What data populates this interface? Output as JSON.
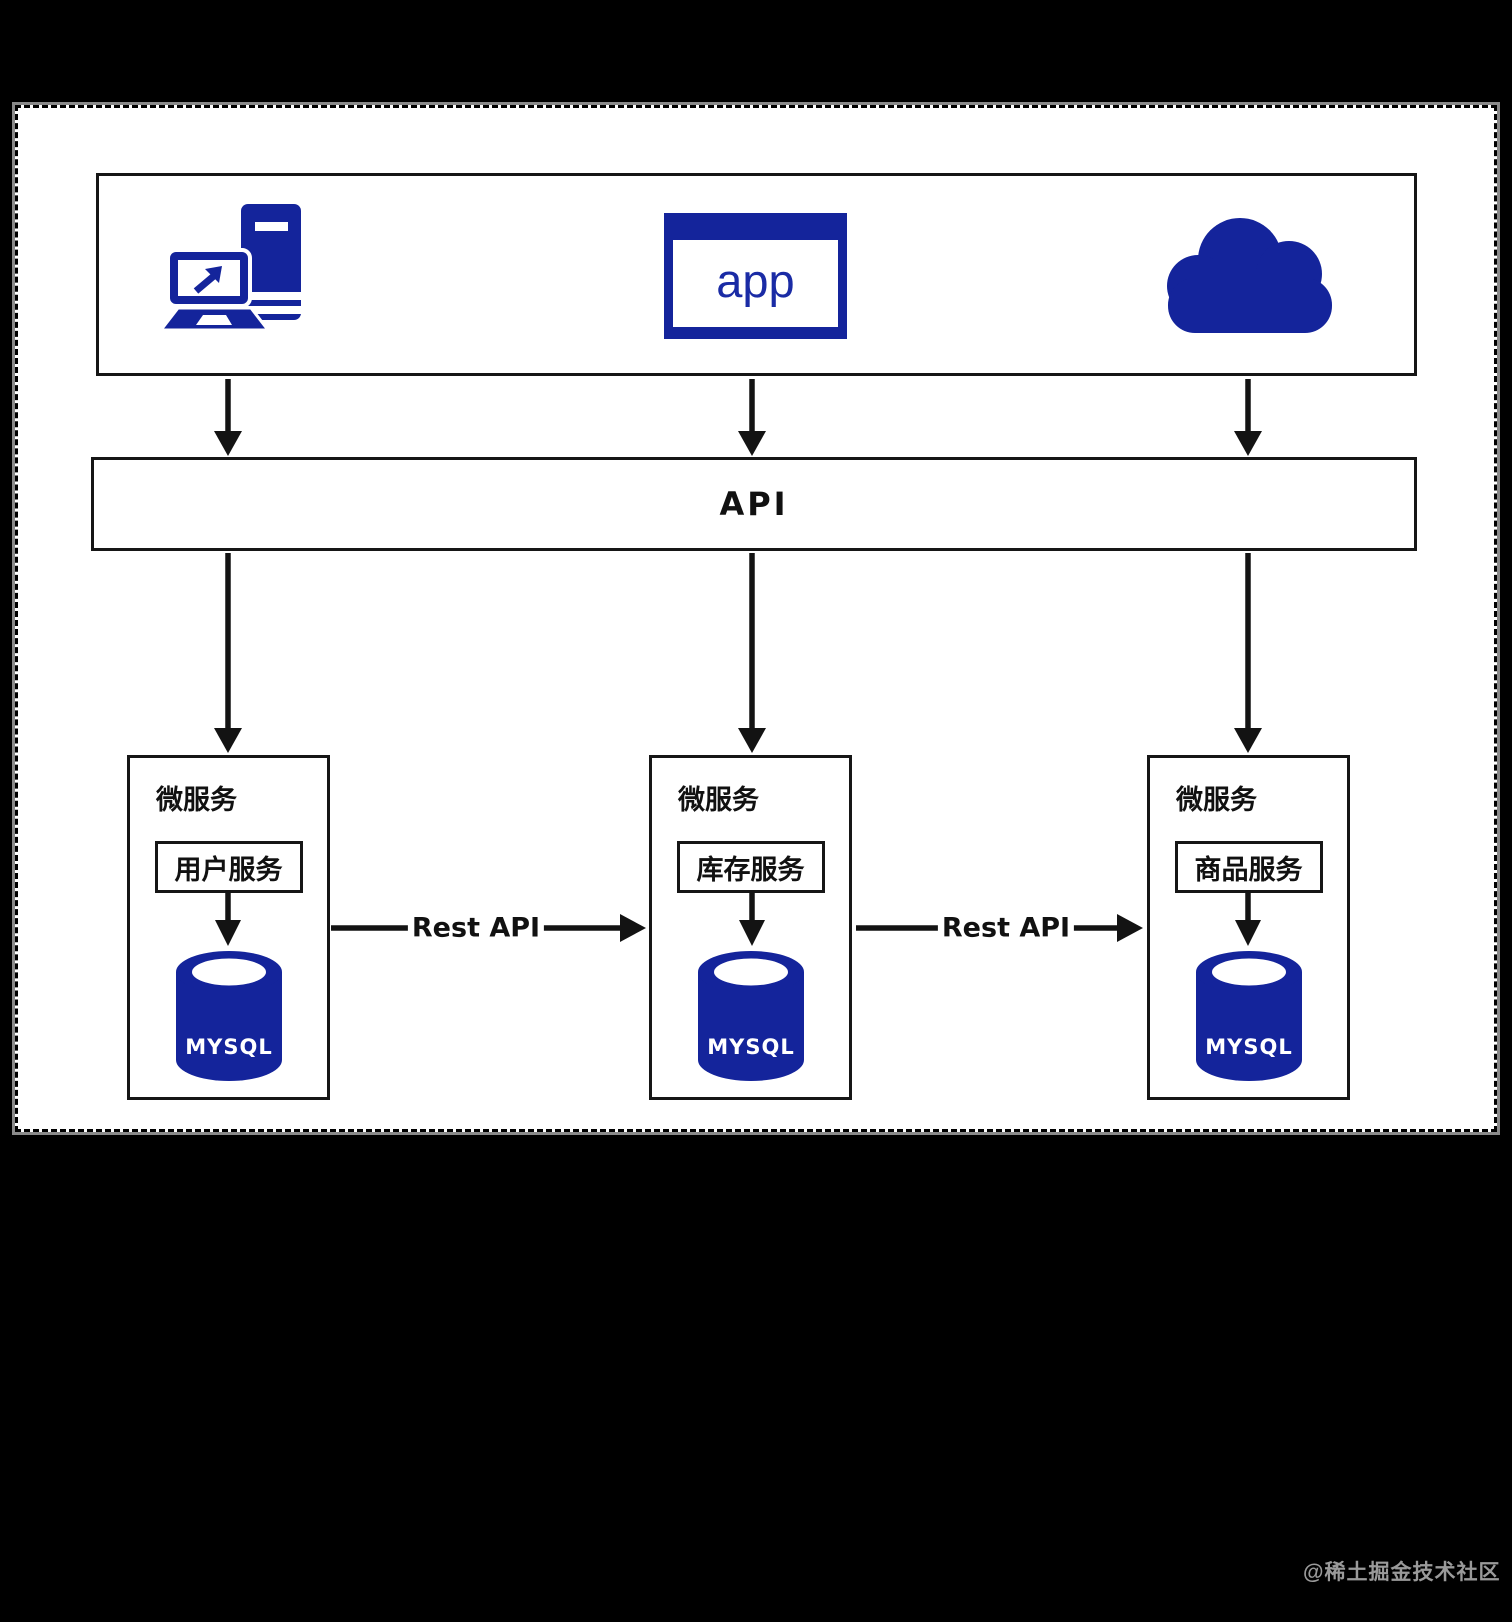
{
  "page": {
    "watermark": "@稀土掘金技术社区"
  },
  "colors": {
    "brand_navy": "#14249b",
    "line_black": "#161616",
    "canvas_white": "#ffffff",
    "page_black": "#000000",
    "watermark_gray": "#9a9a9a"
  },
  "clients": {
    "computer_icon": "desktop-computer",
    "cloud_icon": "cloud",
    "app_window": {
      "label": "app"
    }
  },
  "api_bar": {
    "label": "API"
  },
  "services": [
    {
      "title": "微服务",
      "service_label": "用户服务",
      "database": "MYSQL"
    },
    {
      "title": "微服务",
      "service_label": "库存服务",
      "database": "MYSQL"
    },
    {
      "title": "微服务",
      "service_label": "商品服务",
      "database": "MYSQL"
    }
  ],
  "connections": [
    {
      "label": "Rest API"
    },
    {
      "label": "Rest API"
    }
  ]
}
